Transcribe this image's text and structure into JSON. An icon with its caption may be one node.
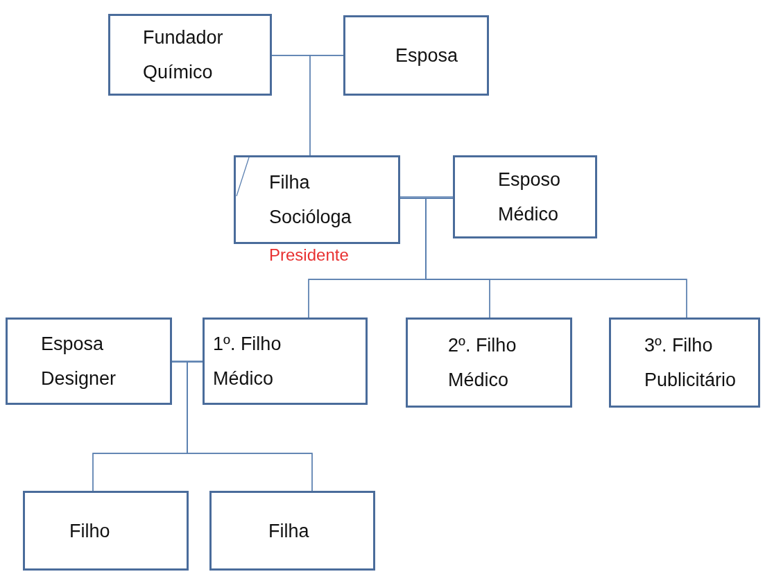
{
  "diagram": {
    "nodes": [
      {
        "text": [
          "Fundador",
          "Químico"
        ]
      },
      {
        "text": [
          "Esposa"
        ]
      },
      {
        "text": [
          "Filha",
          "Socióloga"
        ],
        "beside": [
          "Presidente"
        ]
      },
      {
        "text": [
          "Esposo",
          "Médico"
        ]
      },
      {
        "text": [
          "Esposa",
          "Designer"
        ]
      },
      {
        "text": [
          "1º. Filho",
          "Médico"
        ]
      },
      {
        "text": [
          "2º. Filho",
          "Médico"
        ]
      },
      {
        "text": [
          "3º. Filho",
          "Publicitário"
        ]
      },
      {
        "text": [
          "Filho"
        ]
      },
      {
        "text": [
          "Filha"
        ]
      }
    ],
    "edges": [
      {
        "from": 0,
        "to": 1,
        "arrow": "none"
      },
      {
        "from": 0,
        "to": 2,
        "arrow": "none"
      },
      {
        "from": 1,
        "to": 2,
        "arrow": "none"
      },
      {
        "from": 2,
        "to": 3,
        "arrow": "none"
      },
      {
        "from": 2,
        "to": 5,
        "arrow": "none"
      },
      {
        "from": 2,
        "to": 6,
        "arrow": "none"
      },
      {
        "from": 2,
        "to": 7,
        "arrow": "none"
      },
      {
        "from": 3,
        "to": 5,
        "arrow": "none"
      },
      {
        "from": 3,
        "to": 6,
        "arrow": "none"
      },
      {
        "from": 3,
        "to": 7,
        "arrow": "none"
      },
      {
        "from": 4,
        "to": 5,
        "arrow": "none"
      },
      {
        "from": 4,
        "to": 8,
        "arrow": "none"
      },
      {
        "from": 4,
        "to": 9,
        "arrow": "none"
      },
      {
        "from": 5,
        "to": 8,
        "arrow": "none"
      },
      {
        "from": 5,
        "to": 9,
        "arrow": "none"
      }
    ]
  }
}
